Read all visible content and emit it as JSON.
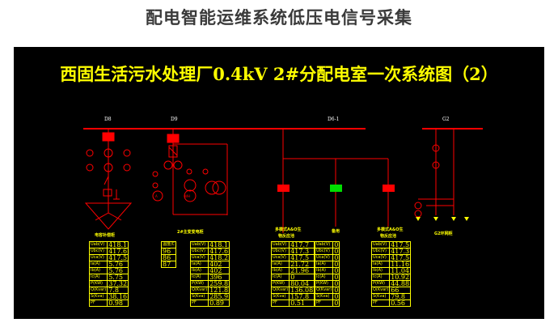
{
  "page_title": "配电智能运维系统低压电信号采集",
  "screen_title": "西固生活污水处理厂0.4kV 2#分配电室一次系统图（2）",
  "bus_labels": {
    "d8": "D8",
    "d9": "D9",
    "d61": "D6-1",
    "g2": "G2"
  },
  "feeder_labels": {
    "f1": "电容补偿柜",
    "f2": "2#主变变电柜",
    "f3a": "多模式A&O生",
    "f3b": "物反应池",
    "f4": "备用",
    "f5a": "多模式A&O生",
    "f5b": "物反应池",
    "f6": "G2环网柜"
  },
  "breaker_colors": {
    "closed": "#ff0000",
    "open": "#00dd00"
  },
  "transformer_labels": {
    "wh": "WH",
    "a": "A"
  },
  "temp_panel": {
    "header": "温度/C",
    "values": [
      "96",
      "86",
      "87"
    ]
  },
  "tables": [
    {
      "rows": [
        {
          "k": "Uab(V)",
          "v": "418.1"
        },
        {
          "k": "Ubc(V)",
          "v": "417.6"
        },
        {
          "k": "Uca(V)",
          "v": "417.5"
        },
        {
          "k": "Ia(A)",
          "v": "5.76"
        },
        {
          "k": "Ib(A)",
          "v": "5.76"
        },
        {
          "k": "Ic(A)",
          "v": "5.75"
        },
        {
          "k": "P(KW)",
          "v": "37.32"
        },
        {
          "k": "Q(Kvar)",
          "v": "7.8"
        },
        {
          "k": "S(Kva)",
          "v": "38.16"
        },
        {
          "k": "PF",
          "v": "0.98"
        }
      ]
    },
    {
      "rows": [
        {
          "k": "Uab(V)",
          "v": "418.1"
        },
        {
          "k": "Ubc(V)",
          "v": "417.6"
        },
        {
          "k": "Uca(V)",
          "v": "418.2"
        },
        {
          "k": "Ia(A)",
          "v": "402"
        },
        {
          "k": "Ib(A)",
          "v": "402"
        },
        {
          "k": "Ic(A)",
          "v": "396"
        },
        {
          "k": "P(KW)",
          "v": "259.8"
        },
        {
          "k": "Q(Kvar)",
          "v": "121.8"
        },
        {
          "k": "S(Kva)",
          "v": "285.9"
        },
        {
          "k": "PF",
          "v": "0.89"
        }
      ]
    },
    {
      "rows": [
        {
          "k": "Uab(V)",
          "v": "417.7"
        },
        {
          "k": "Ubc(V)",
          "v": "417.3"
        },
        {
          "k": "Uca(V)",
          "v": "417.5"
        },
        {
          "k": "Ia(A)",
          "v": "21.72"
        },
        {
          "k": "Ib(A)",
          "v": "21.96"
        },
        {
          "k": "Ic(A)",
          "v": "0"
        },
        {
          "k": "P(KW)",
          "v": "80.04"
        },
        {
          "k": "Q(Kvar)",
          "v": "136.08"
        },
        {
          "k": "S(Kva)",
          "v": "157.8"
        },
        {
          "k": "PF",
          "v": "0.51"
        }
      ]
    },
    {
      "rows": [
        {
          "k": "Uab(V)",
          "v": "0"
        },
        {
          "k": "Ubc(V)",
          "v": "0"
        },
        {
          "k": "Uca(V)",
          "v": "0"
        },
        {
          "k": "Ia(A)",
          "v": "0"
        },
        {
          "k": "Ib(A)",
          "v": "0"
        },
        {
          "k": "Ic(A)",
          "v": "0"
        },
        {
          "k": "P(KW)",
          "v": "0"
        },
        {
          "k": "Q(Kvar)",
          "v": "0"
        },
        {
          "k": "S(Kva)",
          "v": "0"
        },
        {
          "k": "PF",
          "v": "0"
        }
      ]
    },
    {
      "rows": [
        {
          "k": "Uab(V)",
          "v": "417.5"
        },
        {
          "k": "Ubc(V)",
          "v": "417.3"
        },
        {
          "k": "Uca(V)",
          "v": "417.5"
        },
        {
          "k": "Ia(A)",
          "v": "11.16"
        },
        {
          "k": "Ib(A)",
          "v": "11.04"
        },
        {
          "k": "Ic(A)",
          "v": "10.92"
        },
        {
          "k": "P(KW)",
          "v": "44.88"
        },
        {
          "k": "Q(Kvar)",
          "v": "66"
        },
        {
          "k": "S(Kva)",
          "v": "79.8"
        },
        {
          "k": "PF",
          "v": "0.56"
        }
      ]
    }
  ]
}
